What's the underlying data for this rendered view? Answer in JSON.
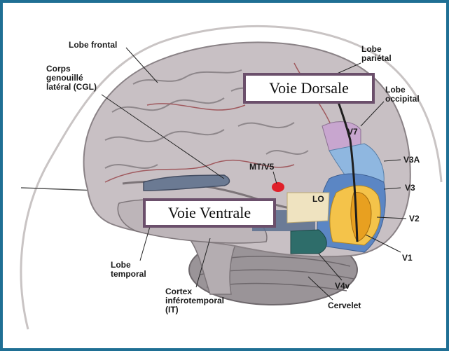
{
  "labels": {
    "lobe_frontal": "Lobe frontal",
    "cgl": "Corps genouillé latéral (CGL)",
    "lobe_parietal": "Lobe pariétal",
    "lobe_occipital": "Lobe occipital",
    "mt_v5": "MT/V5",
    "v7": "V7",
    "v3a": "V3A",
    "v3": "V3",
    "lo": "LO",
    "v2": "V2",
    "v1": "V1",
    "v4v": "V4v",
    "cervelet": "Cervelet",
    "lobe_temporal": "Lobe temporal",
    "cortex_it": "Cortex inférotemporal (IT)"
  },
  "boxes": {
    "dorsale": "Voie Dorsale",
    "ventrale": "Voie Ventrale"
  },
  "colors": {
    "frame": "#1f6f94",
    "box_border": "#6b4f6b",
    "brain": "#c8c0c4",
    "v1": "#e8a020",
    "v2": "#f4c34a",
    "v3": "#5b86c4",
    "v3a": "#8fb7e0",
    "v7": "#c8a6cf",
    "lo": "#efe3c0",
    "v4v": "#2e6d6a",
    "mt": "#e0202a"
  }
}
